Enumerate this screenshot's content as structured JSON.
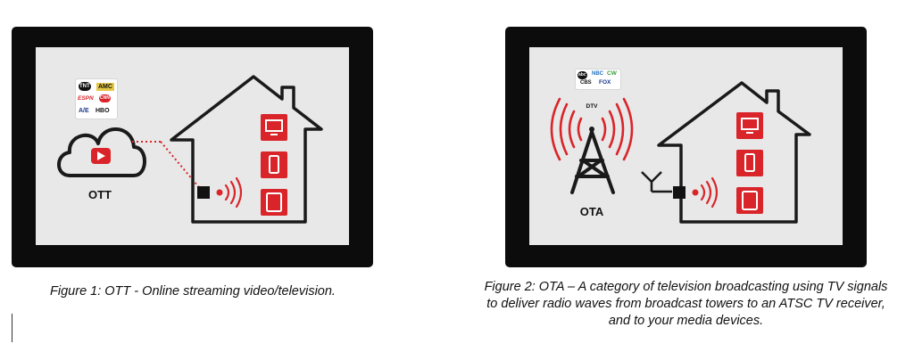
{
  "figure1": {
    "caption": "Figure 1: OTT - Online streaming video/television.",
    "cloud_label": "OTT",
    "channel_logos": [
      "TNT",
      "AMC",
      "ESPN",
      "CNN",
      "A/E",
      "HBO"
    ]
  },
  "figure2": {
    "caption": "Figure 2: OTA – A category of television broadcasting using TV signals to deliver radio waves from broadcast towers to an ATSC TV receiver, and to your media devices.",
    "tower_label": "OTA",
    "signal_label": "DTV",
    "channel_logos": [
      "abc",
      "NBC",
      "CW",
      "CBS",
      "FOX"
    ]
  },
  "colors": {
    "accent_red": "#d9252a",
    "frame": "#0c0c0c",
    "screen": "#e8e8e8"
  }
}
